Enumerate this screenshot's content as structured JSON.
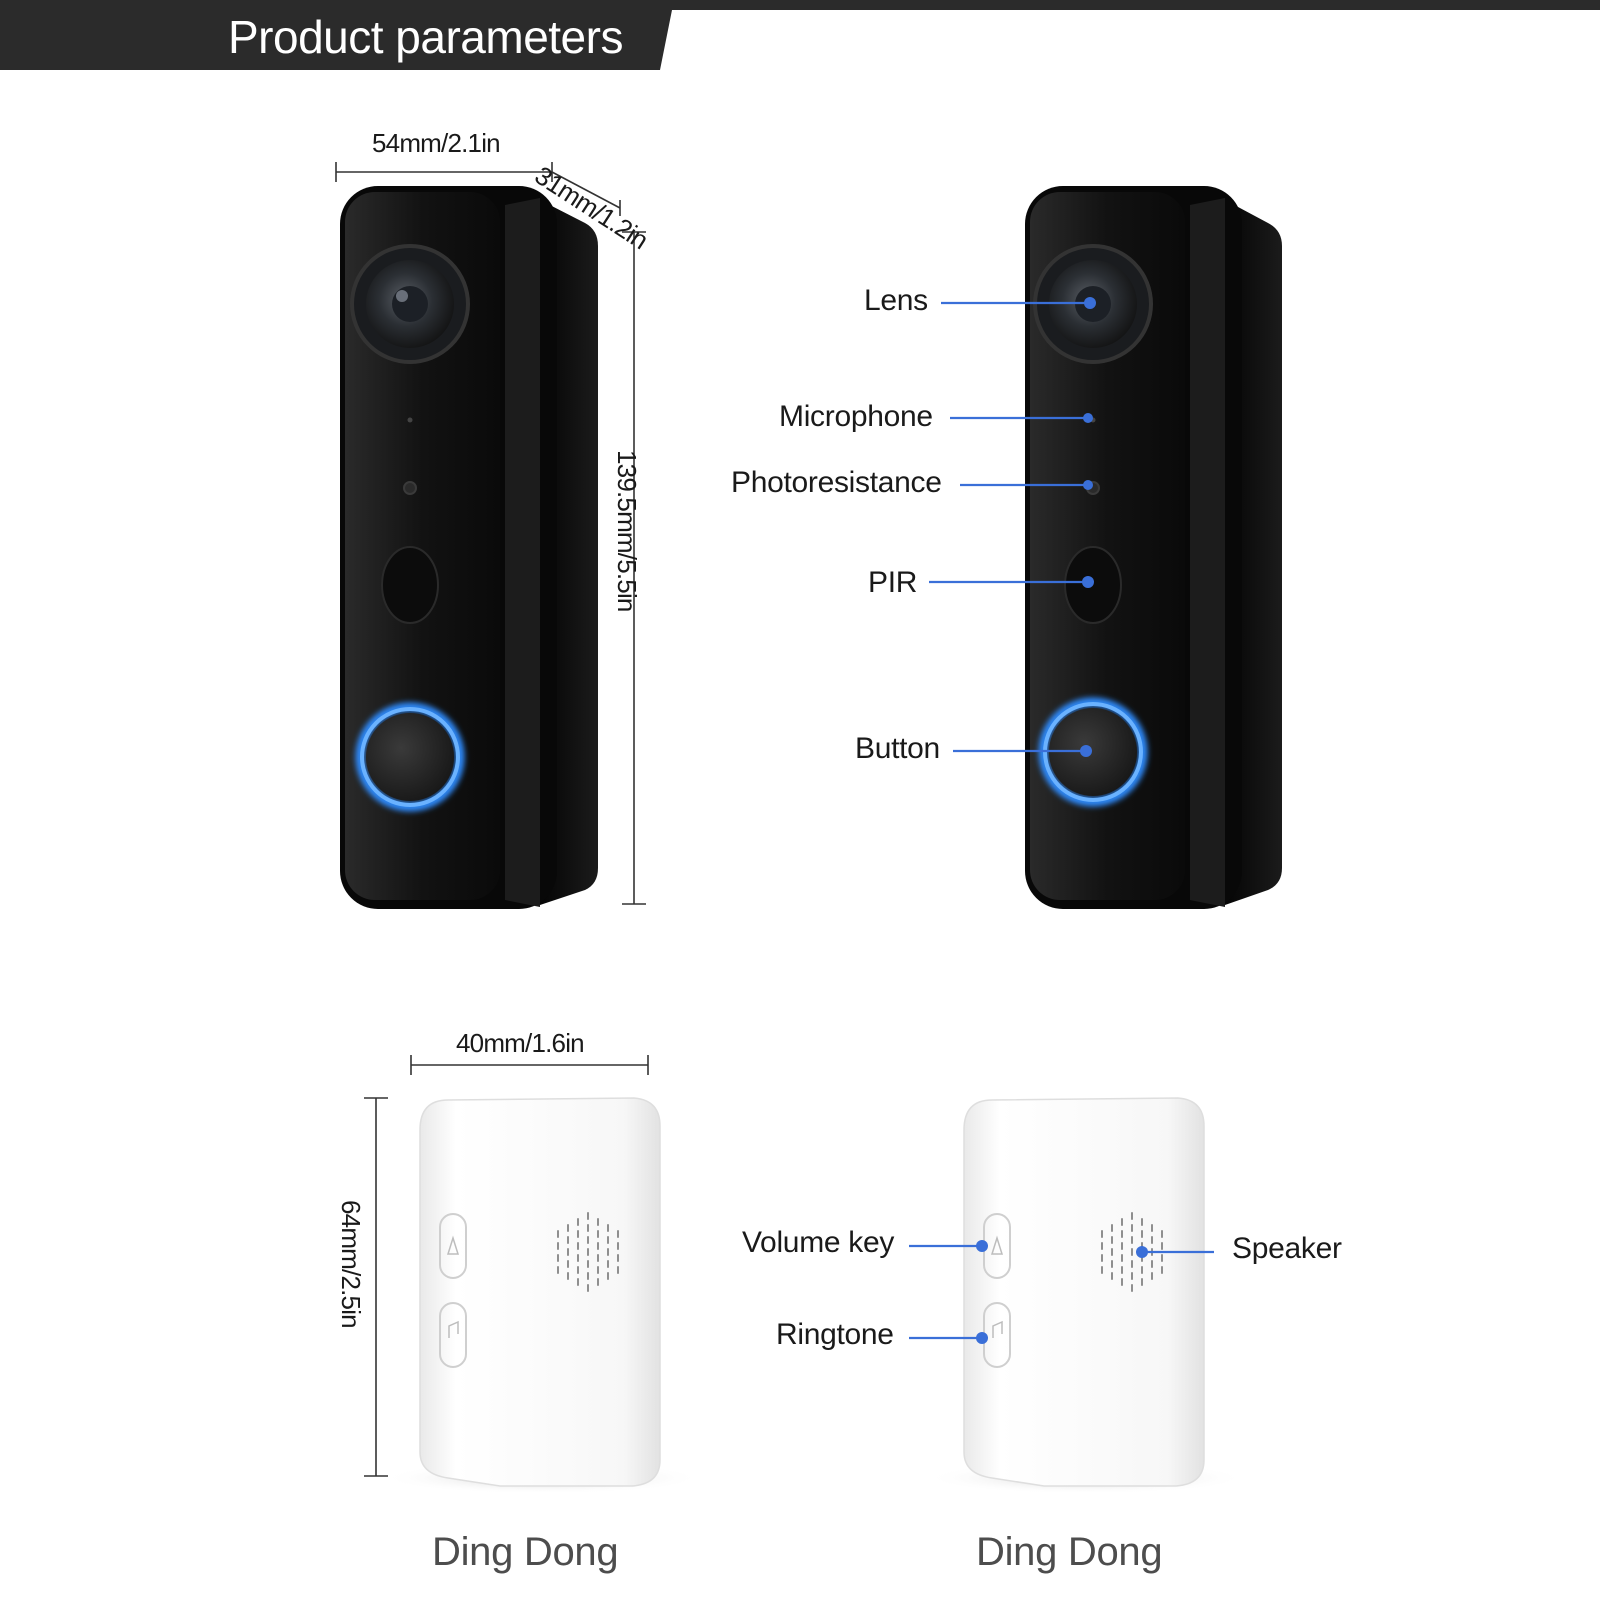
{
  "header": {
    "title": "Product parameters"
  },
  "doorbell": {
    "width": "54mm/2.1in",
    "depth": "31mm/1.2in",
    "height": "139.5mm/5.5in",
    "parts": {
      "lens": "Lens",
      "microphone": "Microphone",
      "photoresistance": "Photoresistance",
      "pir": "PIR",
      "button": "Button"
    }
  },
  "chime": {
    "width": "40mm/1.6in",
    "height": "64mm/2.5in",
    "parts": {
      "volume_key": "Volume key",
      "ringtone": "Ringtone",
      "speaker": "Speaker"
    },
    "caption_left": "Ding Dong",
    "caption_right": "Ding Dong"
  },
  "colors": {
    "banner": "#2b2b2b",
    "device_body": "#141414",
    "ring_glow": "#2f8cff",
    "callout_line": "#3a6fd8",
    "chime_body": "#f3f3f3"
  }
}
